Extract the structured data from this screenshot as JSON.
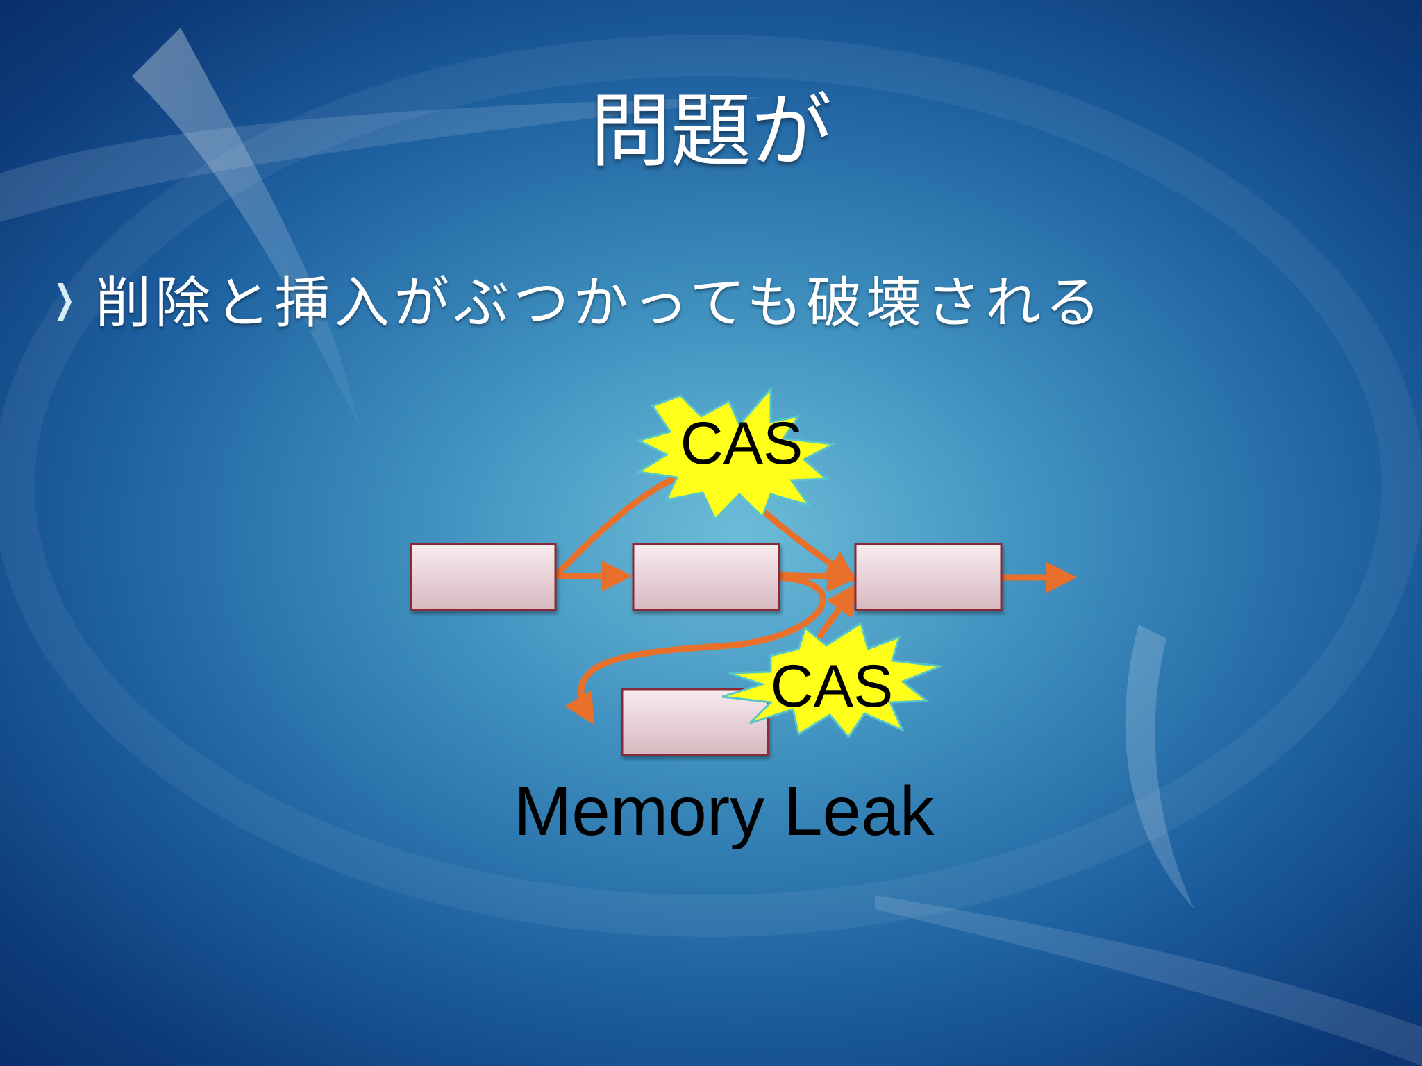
{
  "slide": {
    "title": "問題が",
    "bullet": {
      "icon": "chevron-bullet-icon",
      "text": "削除と挿入がぶつかっても破壊される"
    }
  },
  "diagram": {
    "node_count": 4,
    "cas_bursts": [
      {
        "label": "CAS"
      },
      {
        "label": "CAS"
      }
    ],
    "caption": "Memory Leak"
  },
  "colors": {
    "arrow": "#e8702a",
    "burst_fill": "#ffff1a",
    "burst_stroke": "#58c6c8",
    "node_fill_top": "#f8ecee",
    "node_fill_bottom": "#d8b8c0",
    "node_stroke": "#8a2a38"
  }
}
